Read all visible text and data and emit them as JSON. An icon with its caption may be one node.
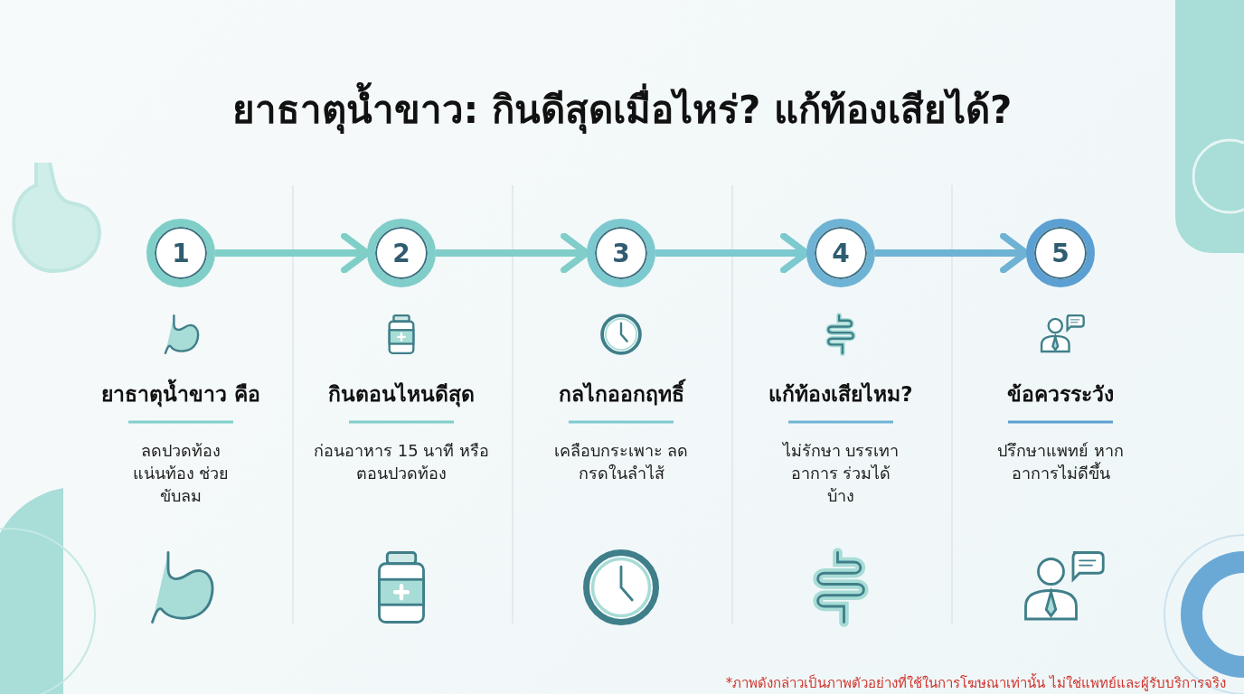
{
  "diagram": {
    "title": "ยาธาตุน้ำขาว: กินดีสุดเมื่อไหร่? แก้ท้องเสียได้?",
    "nodes": [
      {
        "text": [
          "1"
        ]
      },
      {
        "text": [
          "2"
        ]
      },
      {
        "text": [
          "3"
        ]
      },
      {
        "text": [
          "4"
        ]
      },
      {
        "text": [
          "5"
        ]
      }
    ],
    "edges": [
      {
        "from": 0,
        "to": 1,
        "arrow": "to"
      },
      {
        "from": 1,
        "to": 2,
        "arrow": "to"
      },
      {
        "from": 2,
        "to": 3,
        "arrow": "to"
      },
      {
        "from": 3,
        "to": 4,
        "arrow": "to"
      }
    ],
    "labels": [
      "ยาธาตุน้ำขาว คือ",
      "ลดปวดท้อง แน่นท้อง ช่วยขับลม",
      "กินตอนไหนดีสุด",
      "ก่อนอาหาร 15 นาที หรือตอนปวดท้อง",
      "กลไกออกฤทธิ์",
      "เคลือบกระเพาะ ลดกรดในลำไส้",
      "แก้ท้องเสียไหม?",
      "ไม่รักษา บรรเทาอาการ ร่วมได้บ้าง",
      "ข้อควรระวัง",
      "ปรึกษาแพทย์ หากอาการไม่ดีขึ้น",
      "*ภาพดังกล่าวเป็นภาพตัวอย่างที่ใช้ในการโฆษณาเท่านั้น ไม่ใช่แพทย์และผู้รับบริการจริง"
    ]
  }
}
